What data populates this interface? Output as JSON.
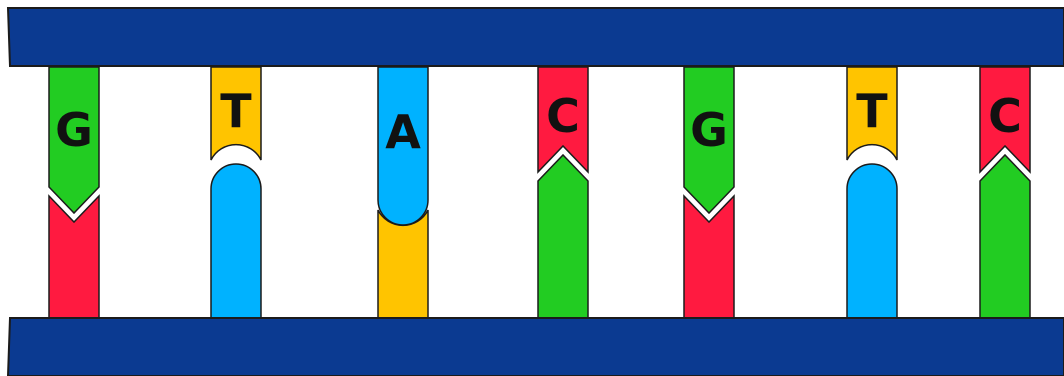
{
  "colors": {
    "backbone": "#0b3a91",
    "G": "#22cc22",
    "C": "#ff1a40",
    "T": "#ffc400",
    "A": "#00b2ff",
    "outline": "#1b1b1b"
  },
  "pairs": [
    {
      "top": "G",
      "bottom": "C",
      "label": "G"
    },
    {
      "top": "T",
      "bottom": "A",
      "label": "T"
    },
    {
      "top": "A",
      "bottom": "T",
      "label": "A"
    },
    {
      "top": "C",
      "bottom": "G",
      "label": "C"
    },
    {
      "top": "G",
      "bottom": "C",
      "label": "G"
    },
    {
      "top": "T",
      "bottom": "A",
      "label": "T"
    },
    {
      "top": "C",
      "bottom": "G",
      "label": "C"
    }
  ]
}
